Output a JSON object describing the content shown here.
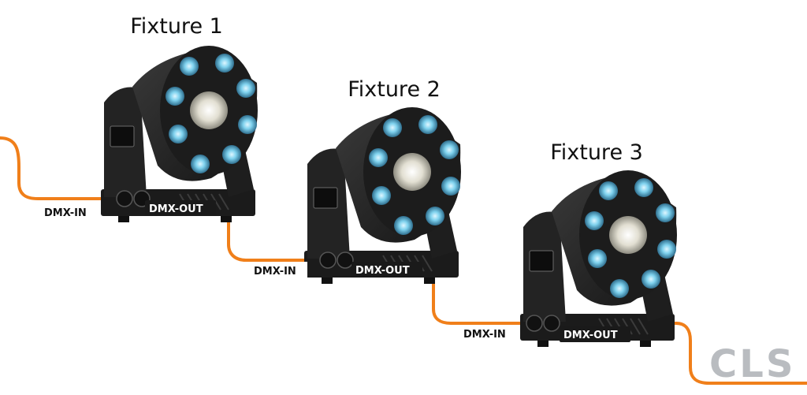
{
  "diagram": {
    "colors": {
      "cable": "#f07f1a",
      "fixture_body": "#1f1f1f",
      "led_blue": "#6ec9e8",
      "led_center": "#e9e7dc",
      "label_out_bg": "#1a1a1a",
      "logo": "#b9bcc0"
    },
    "fixtures": [
      {
        "title": "Fixture 1",
        "in_label": "DMX-IN",
        "out_label": "DMX-OUT"
      },
      {
        "title": "Fixture 2",
        "in_label": "DMX-IN",
        "out_label": "DMX-OUT"
      },
      {
        "title": "Fixture 3",
        "in_label": "DMX-IN",
        "out_label": "DMX-OUT"
      }
    ],
    "logo": "CLS"
  }
}
